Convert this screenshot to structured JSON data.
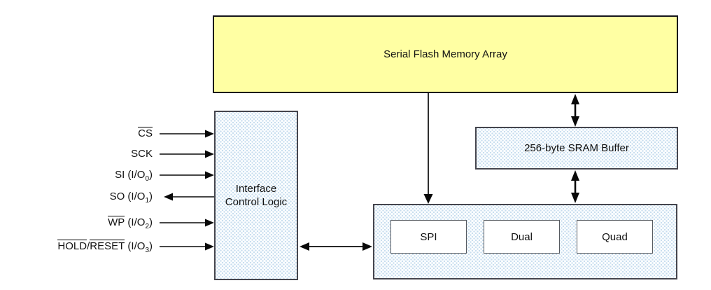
{
  "diagram": {
    "blocks": {
      "memory_array": {
        "label": "Serial Flash Memory Array"
      },
      "interface_control_logic": {
        "label_line1": "Interface",
        "label_line2": "Control Logic"
      },
      "sram_buffer": {
        "label": "256-byte SRAM Buffer"
      },
      "io_modes": {
        "items": [
          {
            "label": "SPI"
          },
          {
            "label": "Dual"
          },
          {
            "label": "Quad"
          }
        ]
      }
    },
    "signals": [
      {
        "name": "CS",
        "direction": "in",
        "parts": [
          {
            "text": "CS",
            "overline": true
          }
        ]
      },
      {
        "name": "SCK",
        "direction": "in",
        "parts": [
          {
            "text": "SCK"
          }
        ]
      },
      {
        "name": "SI (I/O0)",
        "direction": "in",
        "parts": [
          {
            "text": "SI (I/O"
          },
          {
            "text": "0",
            "sub": true
          },
          {
            "text": ")"
          }
        ]
      },
      {
        "name": "SO (I/O1)",
        "direction": "out",
        "parts": [
          {
            "text": "SO (I/O"
          },
          {
            "text": "1",
            "sub": true
          },
          {
            "text": ")"
          }
        ]
      },
      {
        "name": "WP (I/O2)",
        "direction": "in",
        "parts": [
          {
            "text": "WP",
            "overline": true
          },
          {
            "text": " (I/O"
          },
          {
            "text": "2",
            "sub": true
          },
          {
            "text": ")"
          }
        ]
      },
      {
        "name": "HOLD/RESET (I/O3)",
        "direction": "in",
        "parts": [
          {
            "text": "HOLD",
            "overline": true
          },
          {
            "text": "/"
          },
          {
            "text": "RESET",
            "overline": true
          },
          {
            "text": " (I/O"
          },
          {
            "text": "3",
            "sub": true
          },
          {
            "text": ")"
          }
        ]
      }
    ],
    "connections": [
      {
        "from": "Serial Flash Memory Array",
        "to": "I/O mode block",
        "type": "one-way-down"
      },
      {
        "from": "Serial Flash Memory Array",
        "to": "256-byte SRAM Buffer",
        "type": "bidirectional"
      },
      {
        "from": "256-byte SRAM Buffer",
        "to": "I/O mode block",
        "type": "bidirectional"
      },
      {
        "from": "Interface Control Logic",
        "to": "I/O mode block",
        "type": "bidirectional"
      }
    ],
    "colors": {
      "memory_fill": "#ffffa3",
      "border_dark": "#17171b",
      "border_gray": "#45454d",
      "arrow": "#0a0a0a"
    }
  }
}
